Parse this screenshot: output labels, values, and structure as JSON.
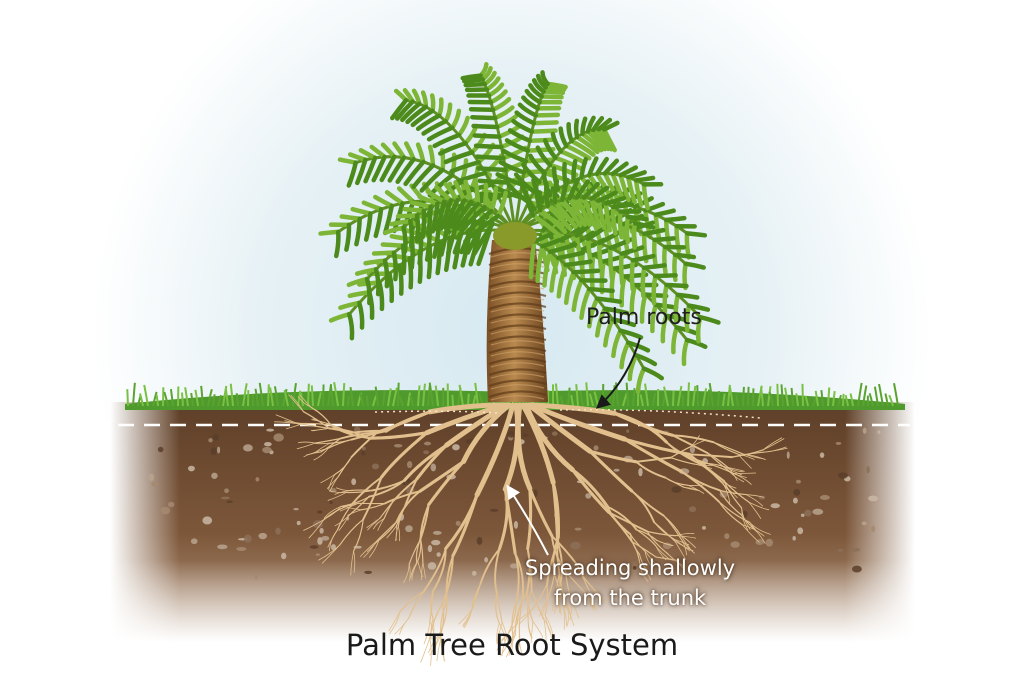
{
  "title": "Palm Tree Root System",
  "annotations": {
    "palm_roots": "Palm roots",
    "spreading_line1": "Spreading shallowly",
    "spreading_line2": "from the trunk"
  },
  "colors": {
    "sky": "#dcebf2",
    "foliage": "#6aa12a",
    "foliage_dark": "#3f7a18",
    "trunk": "#a9783f",
    "soil": "#7a5538",
    "grass": "#5aa331",
    "roots": "#e2c08e"
  }
}
